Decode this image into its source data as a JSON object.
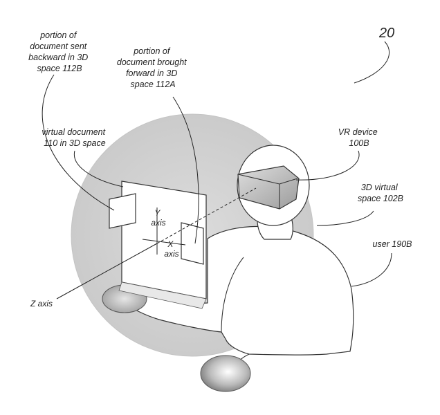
{
  "figure_number": "20",
  "labels": {
    "portion_backward": [
      "portion of",
      "document sent",
      "backward in 3D",
      "space 112B"
    ],
    "portion_forward": [
      "portion of",
      "document brought",
      "forward in 3D",
      "space 112A"
    ],
    "virtual_document": [
      "virtual document",
      "110 in 3D space"
    ],
    "vr_device": [
      "VR device",
      "100B"
    ],
    "virtual_space": [
      "3D virtual",
      "space 102B"
    ],
    "user": [
      "user 190B"
    ],
    "y_axis": [
      "Y",
      "axis"
    ],
    "x_axis": [
      "X",
      "axis"
    ],
    "z_axis": [
      "Z axis"
    ]
  }
}
